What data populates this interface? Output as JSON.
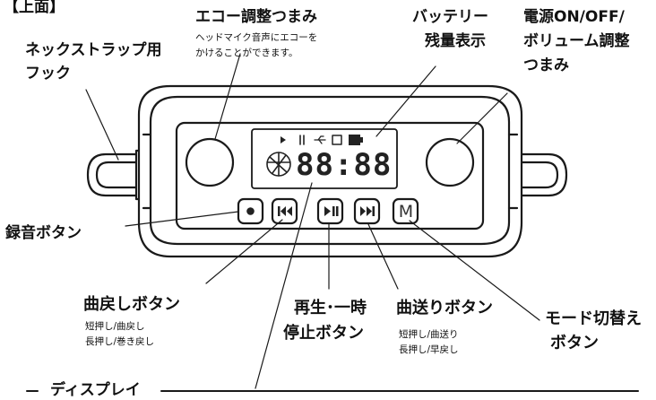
{
  "section_tag": "【上面】",
  "callouts": {
    "echo_knob": {
      "title": "エコー調整つまみ",
      "desc_1": "ヘッドマイク音声にエコーを",
      "desc_2": "かけることができます。"
    },
    "battery": {
      "title_1": "バッテリー",
      "title_2": "残量表示"
    },
    "power_volume": {
      "title_1": "電源ON/OFF/",
      "title_2": "ボリューム調整",
      "title_3": "つまみ"
    },
    "neck_strap_hook": {
      "title_1": "ネックストラップ用",
      "title_2": "フック"
    },
    "record_button": {
      "title": "録音ボタン"
    },
    "prev_button": {
      "title": "曲戻しボタン",
      "desc_1": "短押し/曲戻し",
      "desc_2": "長押し/巻き戻し"
    },
    "play_pause_button": {
      "title_1": "再生･一時",
      "title_2": "停止ボタン"
    },
    "next_button": {
      "title": "曲送りボタン",
      "desc_1": "短押し/曲送り",
      "desc_2": "長押し/早戻し"
    },
    "mode_button": {
      "title_1": "モード切替え",
      "title_2": "ボタン"
    },
    "display": {
      "title": "ディスプレイ"
    }
  },
  "device": {
    "lcd_digits": "88:88",
    "mode_key_letter": "M"
  },
  "colors": {
    "line": "#1a1a1a",
    "fill": "#ffffff"
  }
}
